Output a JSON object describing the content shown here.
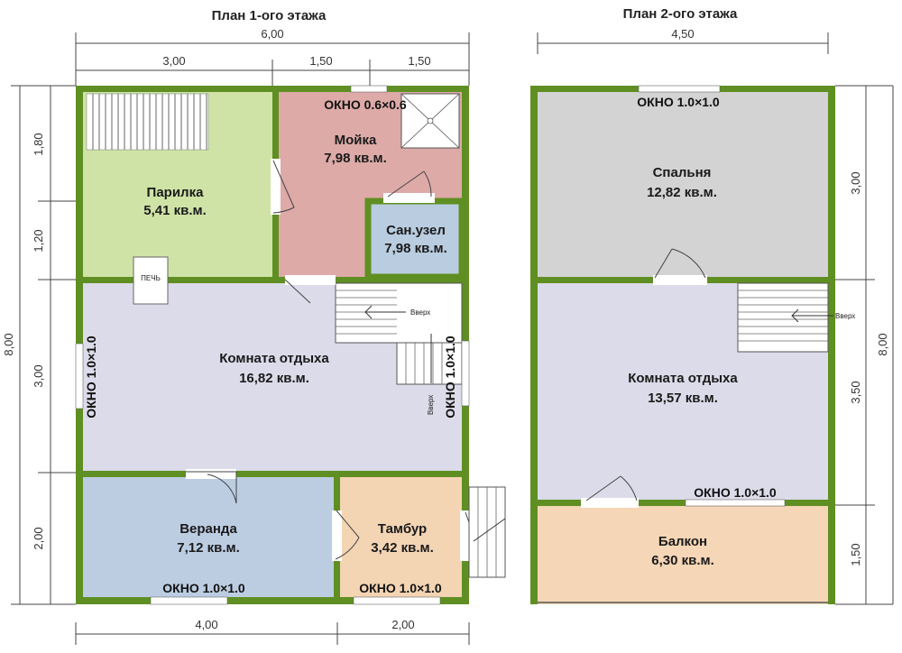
{
  "titles": {
    "floor1": "План 1-ого этажа",
    "floor2": "План 2-ого этажа"
  },
  "dims": {
    "f1_total": "6,00",
    "f1_top_a": "3,00",
    "f1_top_b": "1,50",
    "f1_top_c": "1,50",
    "f1_left_a": "1,80",
    "f1_left_b": "1,20",
    "f1_left_c": "3,00",
    "f1_left_d": "2,00",
    "f1_left_total": "8,00",
    "f1_bottom_a": "4,00",
    "f1_bottom_b": "2,00",
    "f2_total": "4,50",
    "f2_right_a": "3,00",
    "f2_right_b": "3,50",
    "f2_right_c": "1,50",
    "f2_right_total": "8,00"
  },
  "rooms": {
    "parilka": {
      "name": "Парилка",
      "area": "5,41 кв.м."
    },
    "moyka": {
      "name": "Мойка",
      "area": "7,98 кв.м."
    },
    "sanuzel": {
      "name": "Сан.узел",
      "area": "7,98 кв.м."
    },
    "komnata1": {
      "name": "Комната  отдыха",
      "area": "16,82 кв.м."
    },
    "veranda": {
      "name": "Веранда",
      "area": "7,12 кв.м."
    },
    "tambur": {
      "name": "Тамбур",
      "area": "3,42 кв.м."
    },
    "spalnya": {
      "name": "Спальня",
      "area": "12,82 кв.м."
    },
    "komnata2": {
      "name": "Комната  отдыха",
      "area": "13,57 кв.м."
    },
    "balkon": {
      "name": "Балкон",
      "area": "6,30 кв.м."
    }
  },
  "labels": {
    "pech": "ПЕЧЬ",
    "up1": "Вверх",
    "up2": "Вверх",
    "up3": "Вверх"
  },
  "windows": {
    "moyka_top": "ОКНО 0.6×0.6",
    "komnata1_left": "ОКНО 1.0×1.0",
    "komnata1_right": "ОКНО 1.0×1.0",
    "veranda_bottom": "ОКНО 1.0×1.0",
    "tambur_bottom": "ОКНО 1.0×1.0",
    "spalnya_top": "ОКНО 1.0×1.0",
    "komnata2_bottom": "ОКНО 1.0×1.0"
  },
  "colors": {
    "wall": "#5f8f22",
    "parilka": "#cfe3a6",
    "moyka": "#ddaaa8",
    "sanuzel": "#b9cce0",
    "komnata": "#dcdbe9",
    "veranda": "#bccde2",
    "tambur": "#f3d4b3",
    "spalnya": "#d3d3d3",
    "balkon": "#f5d6b6"
  }
}
